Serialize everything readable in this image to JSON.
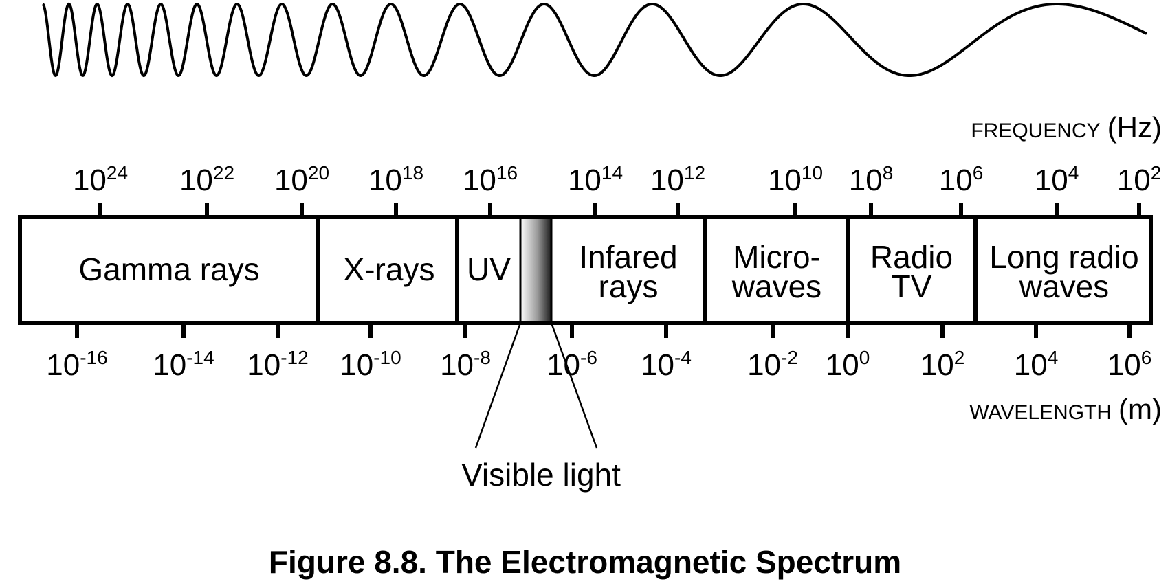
{
  "frequency_axis": {
    "label_caps": "FREQUENCY",
    "label_unit": "(Hz)",
    "ticks": [
      {
        "base": "10",
        "exp": "24"
      },
      {
        "base": "10",
        "exp": "22"
      },
      {
        "base": "10",
        "exp": "20"
      },
      {
        "base": "10",
        "exp": "18"
      },
      {
        "base": "10",
        "exp": "16"
      },
      {
        "base": "10",
        "exp": "14"
      },
      {
        "base": "10",
        "exp": "12"
      },
      {
        "base": "10",
        "exp": "10"
      },
      {
        "base": "10",
        "exp": "8"
      },
      {
        "base": "10",
        "exp": "6"
      },
      {
        "base": "10",
        "exp": "4"
      },
      {
        "base": "10",
        "exp": "2"
      }
    ]
  },
  "wavelength_axis": {
    "label_caps": "WAVELENGTH",
    "label_unit": "(m)",
    "ticks": [
      {
        "base": "10",
        "exp": "-16"
      },
      {
        "base": "10",
        "exp": "-14"
      },
      {
        "base": "10",
        "exp": "-12"
      },
      {
        "base": "10",
        "exp": "-10"
      },
      {
        "base": "10",
        "exp": "-8"
      },
      {
        "base": "10",
        "exp": "-6"
      },
      {
        "base": "10",
        "exp": "-4"
      },
      {
        "base": "10",
        "exp": "-2"
      },
      {
        "base": "10",
        "exp": "0"
      },
      {
        "base": "10",
        "exp": "2"
      },
      {
        "base": "10",
        "exp": "4"
      },
      {
        "base": "10",
        "exp": "6"
      }
    ]
  },
  "bands": [
    {
      "lines": [
        "Gamma rays"
      ]
    },
    {
      "lines": [
        "X-rays"
      ]
    },
    {
      "lines": [
        "UV"
      ]
    },
    {
      "lines": []
    },
    {
      "lines": [
        "Infared",
        "rays"
      ]
    },
    {
      "lines": [
        "Micro-",
        "waves"
      ]
    },
    {
      "lines": [
        "Radio",
        "TV"
      ]
    },
    {
      "lines": [
        "Long radio",
        "waves"
      ]
    }
  ],
  "visible_light_label": "Visible light",
  "caption": "Figure 8.8. The Electromagnetic Spectrum"
}
